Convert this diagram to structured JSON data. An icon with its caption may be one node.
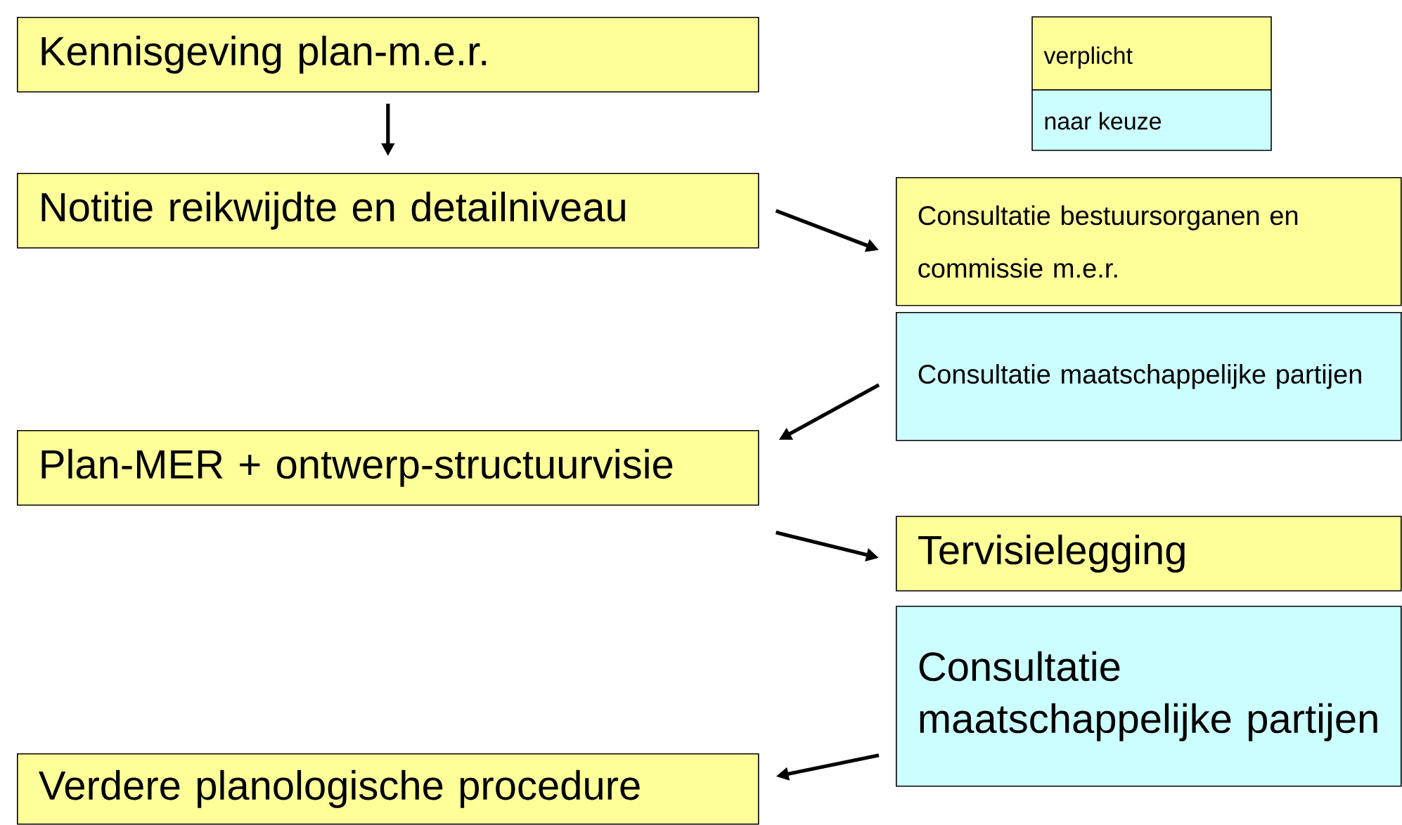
{
  "diagram": {
    "nodes": [
      {
        "text": [
          "Kennisgeving plan-m.e.r."
        ]
      },
      {
        "text": [
          "Notitie reikwijdte en detailniveau"
        ]
      },
      {
        "text": [
          "Consultatie bestuursorganen en commissie m.e.r."
        ]
      },
      {
        "text": [
          "Consultatie maatschappelijke partijen"
        ]
      },
      {
        "text": [
          "Plan-MER + ontwerp-structuurvisie"
        ]
      },
      {
        "text": [
          "Tervisielegging"
        ]
      },
      {
        "text": [
          "Consultatie maatschappelijke partijen"
        ]
      },
      {
        "text": [
          "Verdere planologische procedure"
        ]
      }
    ],
    "edges": [
      {
        "from": 0,
        "to": 1,
        "arrow": "to"
      },
      {
        "from": 1,
        "to": 2,
        "arrow": "to"
      },
      {
        "from": 3,
        "to": 4,
        "arrow": "to"
      },
      {
        "from": 4,
        "to": 5,
        "arrow": "to"
      },
      {
        "from": 6,
        "to": 7,
        "arrow": "to"
      }
    ],
    "legend": [
      {
        "text": "verplicht",
        "color": "#ffff99"
      },
      {
        "text": "naar keuze",
        "color": "#ccffff"
      }
    ]
  }
}
